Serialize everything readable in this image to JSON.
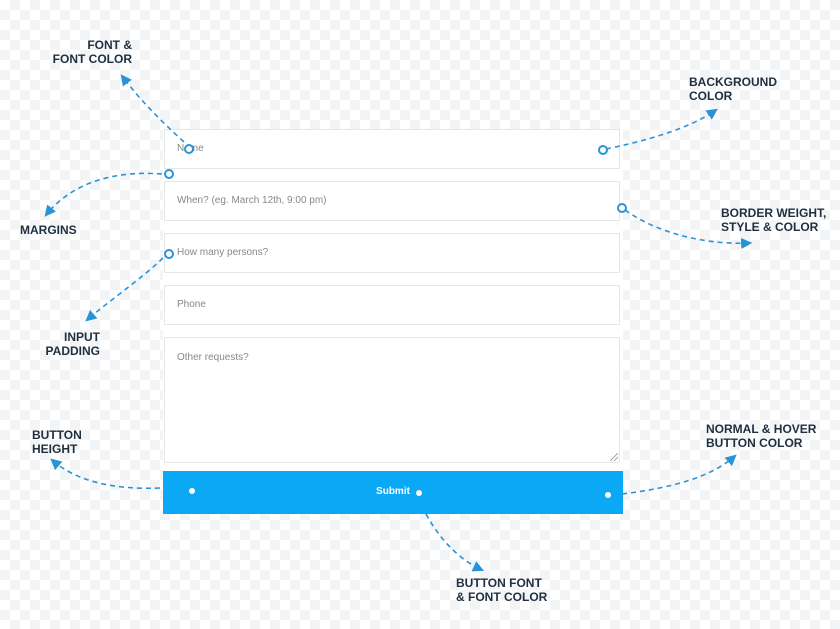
{
  "annotations": {
    "font_color": "FONT &\nFONT COLOR",
    "background_color": "BACKGROUND\nCOLOR",
    "margins": "MARGINS",
    "border": "BORDER WEIGHT,\nSTYLE & COLOR",
    "input_padding": "INPUT\nPADDING",
    "button_height": "BUTTON\nHEIGHT",
    "button_color": "NORMAL & HOVER\nBUTTON COLOR",
    "button_font": "BUTTON FONT\n& FONT COLOR"
  },
  "form": {
    "fields": [
      {
        "placeholder": "Name"
      },
      {
        "placeholder": "When? (eg. March 12th, 9:00 pm)"
      },
      {
        "placeholder": "How many persons?"
      },
      {
        "placeholder": "Phone"
      },
      {
        "placeholder": "Other requests?"
      }
    ],
    "submit_label": "Submit"
  },
  "colors": {
    "accent": "#2a93d6",
    "button": "#0ba8f5",
    "label": "#1f2f3f"
  }
}
